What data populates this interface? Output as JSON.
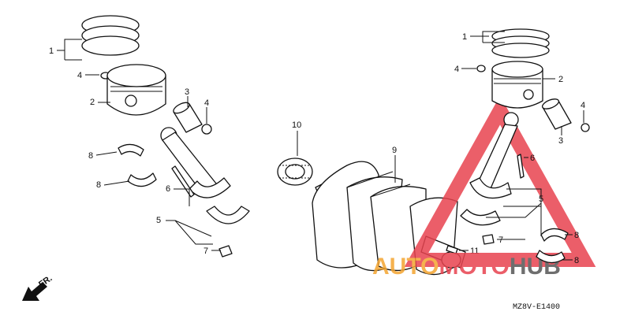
{
  "diagram": {
    "callouts": {
      "piston_rings": "1",
      "piston": "2",
      "piston_pin": "3",
      "pin_clip": "4",
      "connecting_rod": "5",
      "rod_bolt": "6",
      "rod_nut": "7",
      "bearing": "8",
      "crankshaft": "9",
      "sprocket": "10",
      "woodruff_key": "11"
    },
    "direction_label": "FR.",
    "drawing_code": "MZ8V-E1400"
  },
  "watermark": {
    "brand_a": "AUTO",
    "brand_b": "MOTO",
    "brand_c": "HUB"
  },
  "colors": {
    "ink": "#111111",
    "watermark_red": "#e8434f",
    "watermark_orange": "#f4a531",
    "watermark_dark": "#555555"
  }
}
